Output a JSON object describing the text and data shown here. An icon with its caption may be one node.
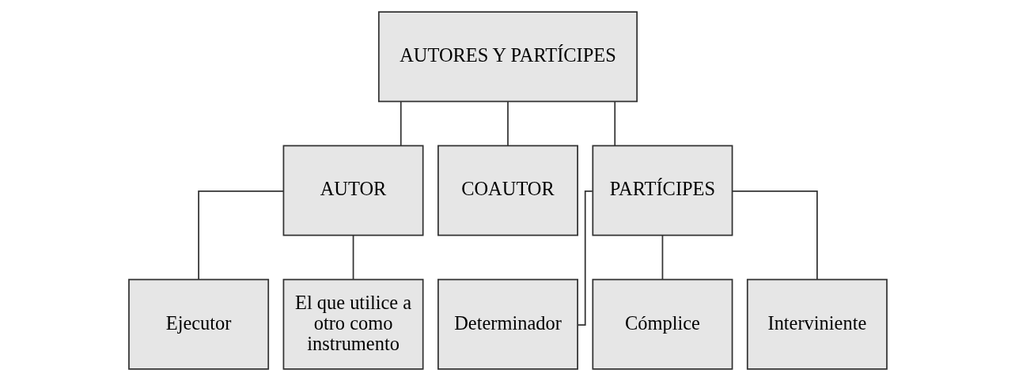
{
  "diagram": {
    "nodes": [
      {
        "text": [
          "AUTORES Y PARTÍCIPES"
        ]
      },
      {
        "text": [
          "AUTOR"
        ]
      },
      {
        "text": [
          "COAUTOR"
        ]
      },
      {
        "text": [
          "PARTÍCIPES"
        ]
      },
      {
        "text": [
          "Ejecutor"
        ]
      },
      {
        "text": [
          "El que utilice a otro como instrumento"
        ]
      },
      {
        "text": [
          "Determinador"
        ]
      },
      {
        "text": [
          "Cómplice"
        ]
      },
      {
        "text": [
          "Interviniente"
        ]
      }
    ],
    "edges": [
      {
        "from": 0,
        "to": 1,
        "arrow": "none"
      },
      {
        "from": 0,
        "to": 2,
        "arrow": "none"
      },
      {
        "from": 0,
        "to": 3,
        "arrow": "none"
      },
      {
        "from": 1,
        "to": 4,
        "arrow": "none"
      },
      {
        "from": 1,
        "to": 5,
        "arrow": "none"
      },
      {
        "from": 3,
        "to": 6,
        "arrow": "none"
      },
      {
        "from": 3,
        "to": 7,
        "arrow": "none"
      },
      {
        "from": 3,
        "to": 8,
        "arrow": "none"
      }
    ]
  }
}
